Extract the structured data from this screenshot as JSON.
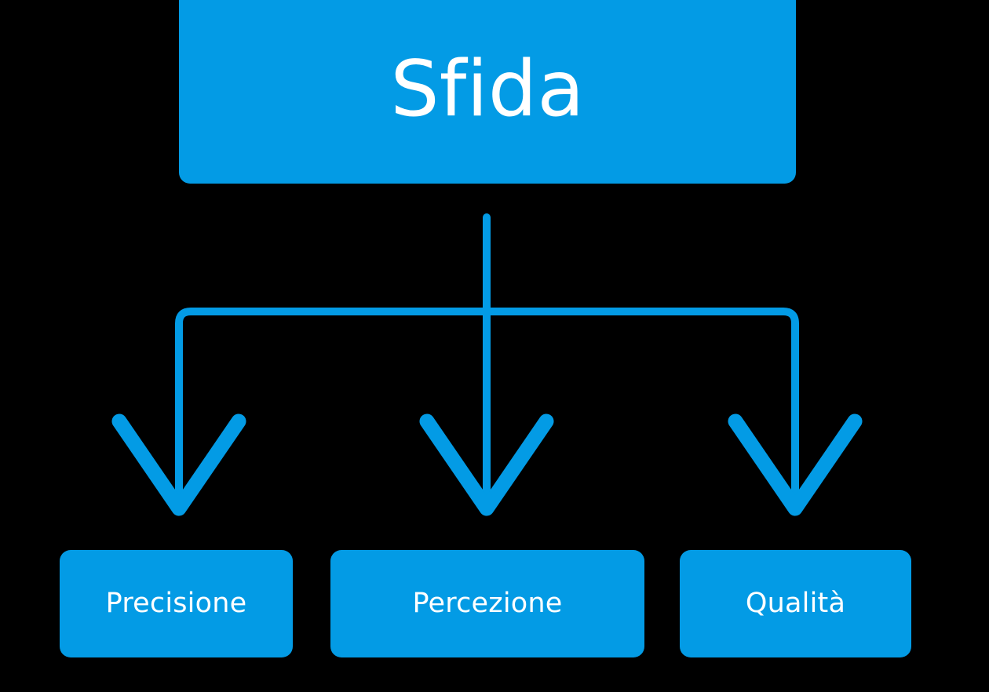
{
  "diagram": {
    "title": "Sfida",
    "type": "top-down-tree",
    "background_color": "#000000",
    "accent_color": "#039BE5",
    "text_color": "#FFFFFF",
    "root": {
      "label": "Sfida",
      "name": "root-node"
    },
    "children": [
      {
        "label": "Precisione",
        "name": "leaf-node-precisione"
      },
      {
        "label": "Percezione",
        "name": "leaf-node-percezione"
      },
      {
        "label": "Qualità",
        "name": "leaf-node-qualita"
      }
    ],
    "connectors": {
      "stem": "vertical-stem",
      "bus": "horizontal-distribution-line",
      "arrows": [
        "arrow-left",
        "arrow-center",
        "arrow-right"
      ],
      "arrow_count": 3,
      "stroke_width": 10,
      "color": "#039BE5"
    }
  }
}
